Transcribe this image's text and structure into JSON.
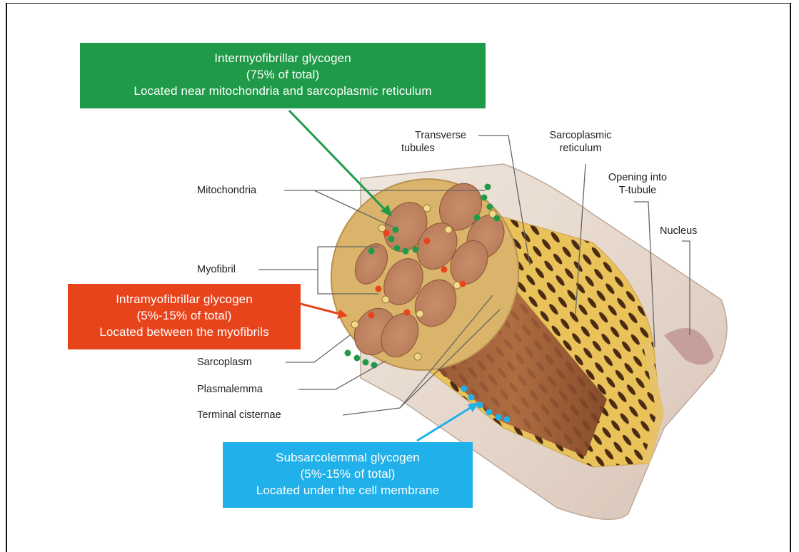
{
  "boxes": {
    "intermyofibrillar": {
      "line1": "Intermyofibrillar glycogen",
      "line2": "(75% of total)",
      "line3": "Located near mitochondria and sarcoplasmic reticulum",
      "color": "#1f9a48"
    },
    "intramyofibrillar": {
      "line1": "Intramyofibrillar glycogen",
      "line2": "(5%-15% of total)",
      "line3": "Located between the myofibrils",
      "color": "#e8441c"
    },
    "subsarcolemmal": {
      "line1": "Subsarcolemmal glycogen",
      "line2": "(5%-15% of total)",
      "line3": "Located under the cell membrane",
      "color": "#20b0ea"
    }
  },
  "labels": {
    "mitochondria": "Mitochondria",
    "myofibril": "Myofibril",
    "sarcoplasm": "Sarcoplasm",
    "plasmalemma": "Plasmalemma",
    "terminal_cisternae": "Terminal cisternae",
    "transverse_tubules_1": "Transverse",
    "transverse_tubules_2": "tubules",
    "sarcoplasmic_reticulum_1": "Sarcoplasmic",
    "sarcoplasmic_reticulum_2": "reticulum",
    "opening_t_tubule_1": "Opening into",
    "opening_t_tubule_2": "T-tubule",
    "nucleus": "Nucleus"
  }
}
